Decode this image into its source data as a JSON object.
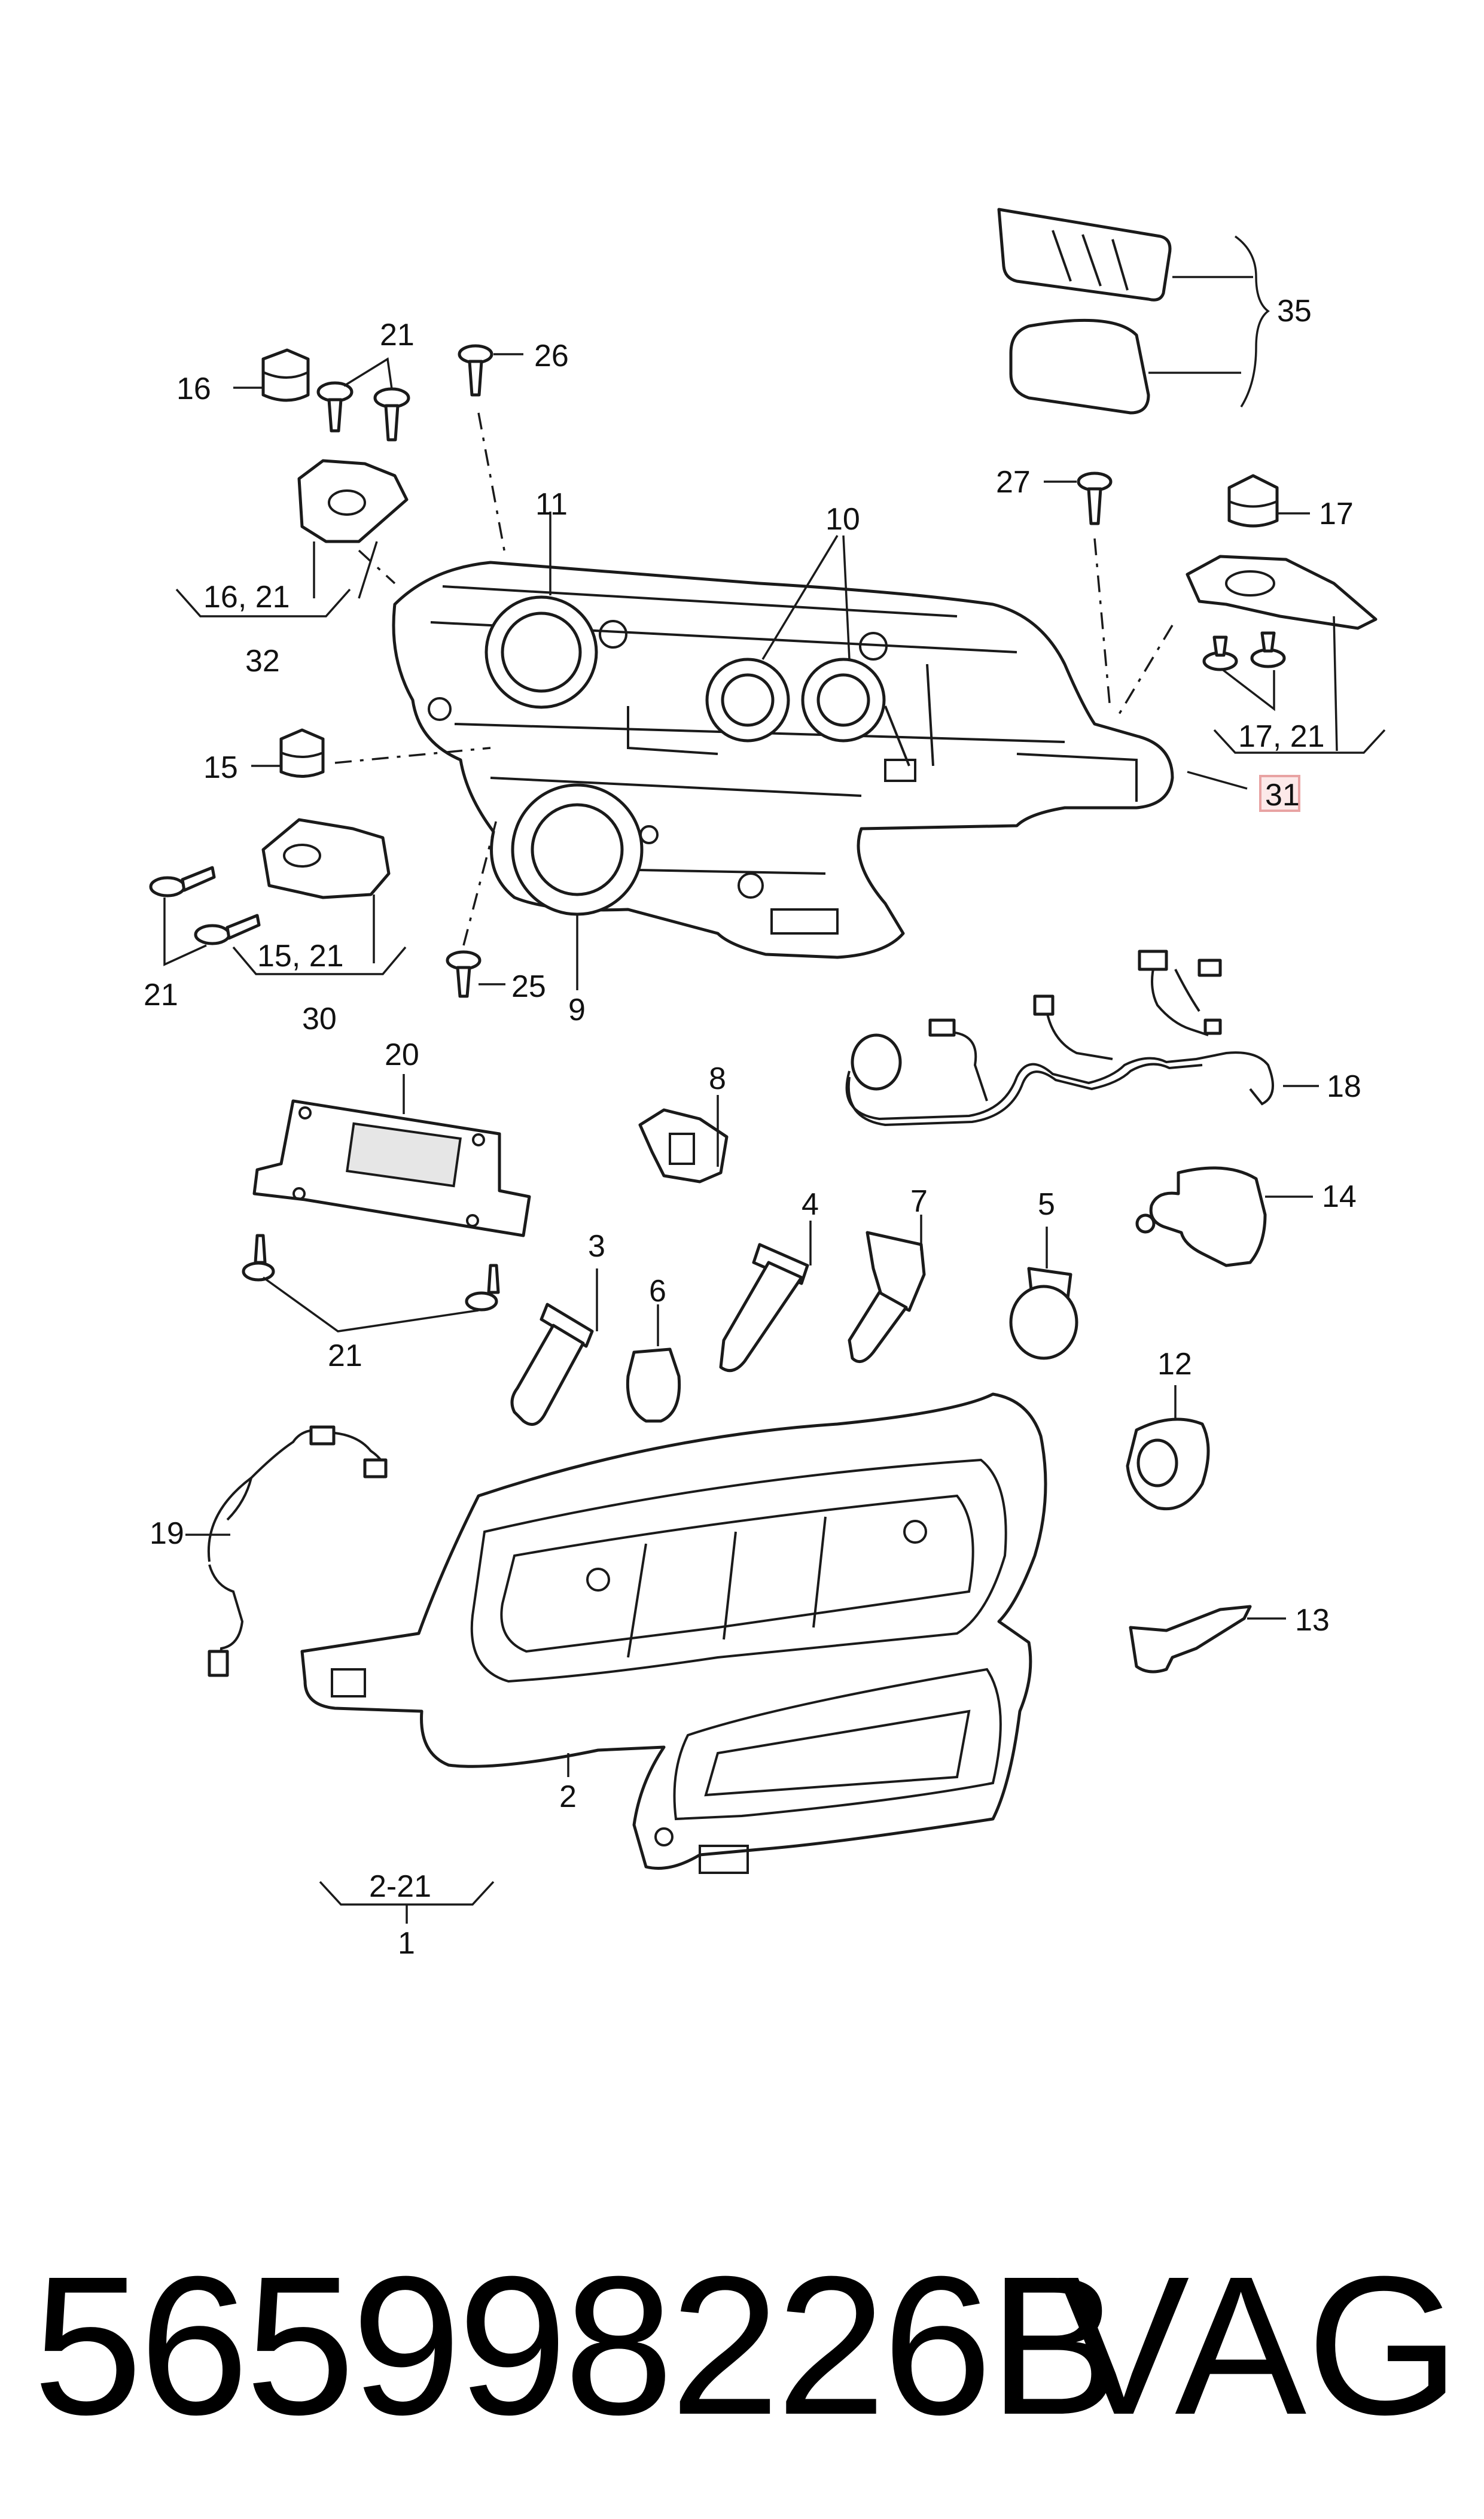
{
  "labels": {
    "l35": "35",
    "l21a": "21",
    "l16": "16",
    "l26": "26",
    "l27": "27",
    "l17": "17",
    "l11": "11",
    "l10": "10",
    "g1621": "16, 21",
    "l32": "32",
    "l1721": "17, 21",
    "l31": "31",
    "l15": "15",
    "l21b": "21",
    "g1521": "15, 21",
    "l30": "30",
    "l25": "25",
    "l9": "9",
    "l20": "20",
    "l8": "8",
    "l18": "18",
    "l14": "14",
    "l21c": "21",
    "l3": "3",
    "l6": "6",
    "l4": "4",
    "l7": "7",
    "l5": "5",
    "l12": "12",
    "l19": "19",
    "l13": "13",
    "l2": "2",
    "g221": "2-21",
    "l1": "1"
  },
  "colors": {
    "highlight_box": "#e8a3a3",
    "highlight_fill": "#fce9e9",
    "ink": "#1a1a1a"
  },
  "footer": {
    "part_number": "565998226B",
    "brand": "VAG"
  }
}
